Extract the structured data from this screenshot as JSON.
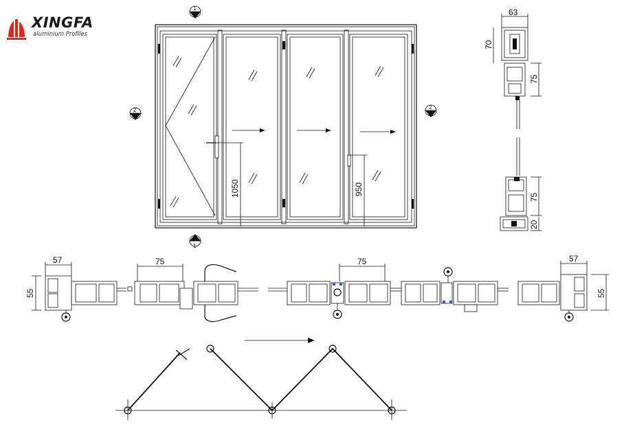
{
  "logo": {
    "brand_name": "XINGFA",
    "tagline": "aluminium Profiles",
    "brand_color": "#e1251b"
  },
  "section_marks": {
    "top": "1",
    "bottom": "1",
    "left": "2",
    "right": "2"
  },
  "elevation": {
    "handle_height_left": "1050",
    "handle_height_right": "950"
  },
  "vertical_section": {
    "top_width": "63",
    "top_height": "70",
    "top_sash": "75",
    "bottom_sash": "75",
    "bottom_height": "20"
  },
  "horizontal_section": {
    "left_width": "57",
    "left_height": "55",
    "sash_width_1": "75",
    "sash_width_2": "75",
    "right_width": "57",
    "right_height": "55"
  },
  "colors": {
    "line": "#111111",
    "hinge_blue": "#3a5bd9"
  }
}
